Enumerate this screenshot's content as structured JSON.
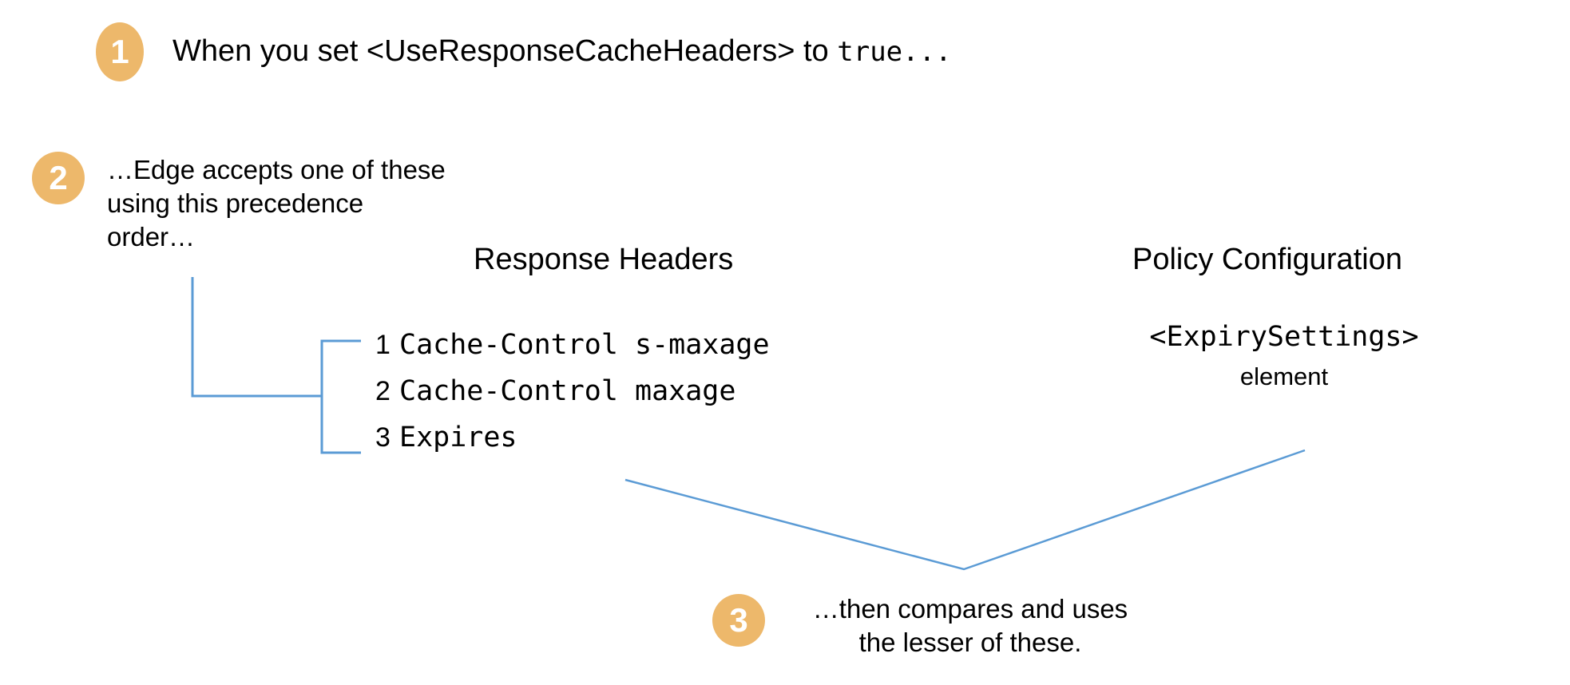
{
  "theme": {
    "background": "#ffffff",
    "badge_fill": "#edb86b",
    "badge_text": "#ffffff",
    "connector_line": "#5b9bd5",
    "body_text": "#000000"
  },
  "steps": [
    {
      "badge": "1",
      "text_prefix": "When you set <UseResponseCacheHeaders> to ",
      "text_mono": "true..."
    },
    {
      "badge": "2",
      "line1": "…Edge accepts one of these",
      "line2": "using this precedence",
      "line3": "order…"
    },
    {
      "badge": "3",
      "line1": "…then compares and uses",
      "line2": "the lesser of these."
    }
  ],
  "columns": {
    "response_headers": {
      "heading": "Response Headers",
      "items": [
        {
          "number": "1",
          "value": "Cache-Control s-maxage"
        },
        {
          "number": "2",
          "value": "Cache-Control maxage"
        },
        {
          "number": "3",
          "value": "Expires"
        }
      ]
    },
    "policy_configuration": {
      "heading": "Policy Configuration",
      "element_name": "<ExpirySettings>",
      "element_suffix": "element"
    }
  }
}
